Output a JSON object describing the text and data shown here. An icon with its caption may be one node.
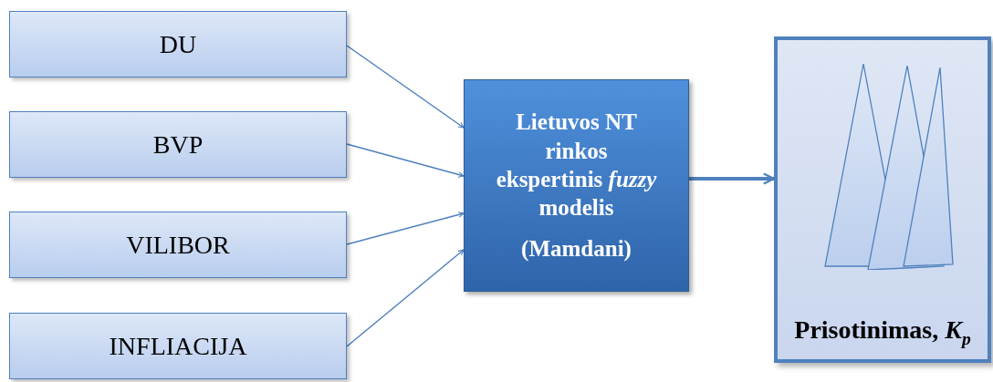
{
  "diagram": {
    "nodes": [
      {
        "text": [
          "DU"
        ]
      },
      {
        "text": [
          "BVP"
        ]
      },
      {
        "text": [
          "VILIBOR"
        ]
      },
      {
        "text": [
          "INFLIACIJA"
        ]
      },
      {
        "text": [
          "Lietuvos NT rinkos ekspertinis *fuzzy* modelis",
          "(Mamdani)"
        ]
      },
      {
        "text": [
          "Prisotinimas, *K*$_{p}$"
        ]
      }
    ],
    "edges": [
      {
        "from": 0,
        "to": 4,
        "arrow": "to"
      },
      {
        "from": 1,
        "to": 4,
        "arrow": "to"
      },
      {
        "from": 2,
        "to": 4,
        "arrow": "to"
      },
      {
        "from": 3,
        "to": 4,
        "arrow": "to"
      },
      {
        "from": 4,
        "to": 5,
        "arrow": "to",
        "style": "thick"
      }
    ]
  }
}
